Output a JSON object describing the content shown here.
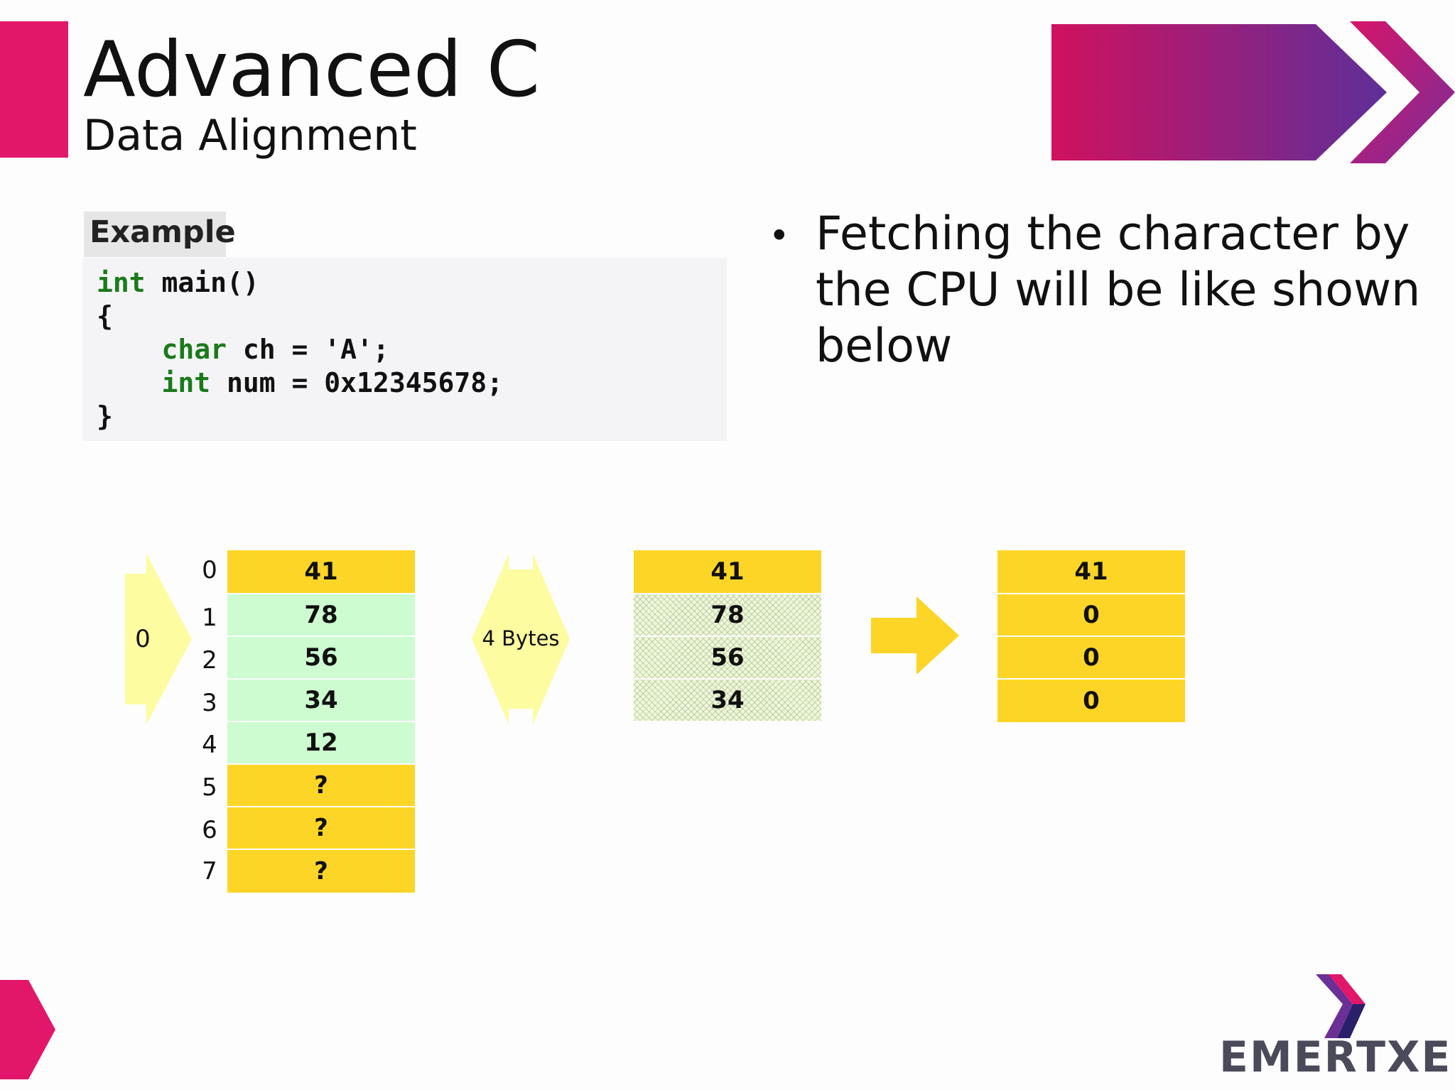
{
  "header": {
    "title": "Advanced C",
    "subtitle": "Data Alignment"
  },
  "example": {
    "tab_label": "Example",
    "code_lines": [
      {
        "kw": "int",
        "rest": " main()"
      },
      {
        "kw": "",
        "rest": "{"
      },
      {
        "kw": "char",
        "rest": " ch = 'A';",
        "indent": "    "
      },
      {
        "kw": "int",
        "rest": " num = 0x12345678;",
        "indent": "    "
      },
      {
        "kw": "",
        "rest": "}"
      }
    ]
  },
  "bullet": {
    "text": "Fetching the character by the CPU will be like shown below"
  },
  "diagram": {
    "start_arrow_label": "0",
    "fetch_arrow_label": "4 Bytes",
    "memory_indices": [
      "0",
      "1",
      "2",
      "3",
      "4",
      "5",
      "6",
      "7"
    ],
    "memory_cells": [
      {
        "value": "41",
        "state": "char"
      },
      {
        "value": "78",
        "state": "int"
      },
      {
        "value": "56",
        "state": "int"
      },
      {
        "value": "34",
        "state": "int"
      },
      {
        "value": "12",
        "state": "int"
      },
      {
        "value": "?",
        "state": "unused"
      },
      {
        "value": "?",
        "state": "unused"
      },
      {
        "value": "?",
        "state": "unused"
      }
    ],
    "fetched_cells": [
      {
        "value": "41",
        "state": "kept"
      },
      {
        "value": "78",
        "state": "masked"
      },
      {
        "value": "56",
        "state": "masked"
      },
      {
        "value": "34",
        "state": "masked"
      }
    ],
    "result_cells": [
      {
        "value": "41"
      },
      {
        "value": "0"
      },
      {
        "value": "0"
      },
      {
        "value": "0"
      }
    ]
  },
  "brand": {
    "logo_text": "EMERTXE"
  },
  "colors": {
    "accent_pink": "#e2176a",
    "accent_purple": "#6b2f96",
    "cell_yellow": "#fdd526",
    "cell_green": "#ccfcd0",
    "arrow_pale_yellow": "#fdfca0",
    "code_keyword": "#1a7a1a"
  }
}
